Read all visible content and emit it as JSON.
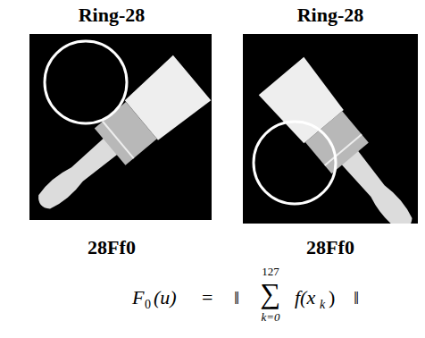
{
  "diagram": {
    "labels": [
      "Ring-28",
      "Ring-28",
      "28Ff0",
      "28Ff0",
      "F",
      "0",
      "(u)",
      "=",
      "‖",
      "127",
      "∑",
      "k=0",
      "f(x",
      "k",
      ")",
      "‖"
    ]
  }
}
